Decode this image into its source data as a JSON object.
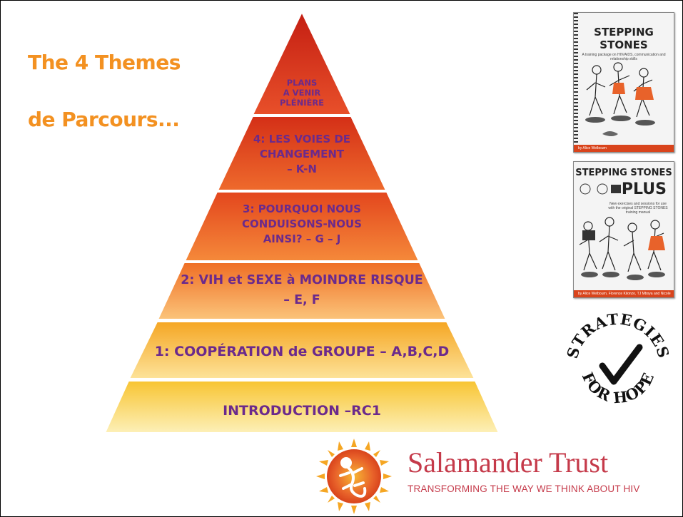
{
  "title_line1": "The 4 Themes",
  "title_line2": "de Parcours...",
  "pyramid": {
    "tier_top": [
      "PLANS",
      "A VENIR",
      "PLÉNIÈRE"
    ],
    "tier_4": [
      "4: LES VOIES DE",
      "CHANGEMENT",
      "– K-N"
    ],
    "tier_3": [
      "3: POURQUOI NOUS",
      "CONDUISONS-NOUS",
      "AINSI? – G – J"
    ],
    "tier_2": [
      "2: VIH et SEXE à MOINDRE RISQUE",
      "– E, F"
    ],
    "tier_1": "1: COOPÉRATION de GROUPE – A,B,C,D",
    "tier_base": "INTRODUCTION –RC1"
  },
  "book1": {
    "title": "STEPPING STONES",
    "subtitle": "A training package on HIV/AIDS, communication and relationship skills",
    "author": "by Alice Welbourn"
  },
  "book2": {
    "title_line1": "STEPPING STONES",
    "title_line2": "PLUS",
    "subtitle": "New exercises and sessions for use with the original STEPPING STONES training manual",
    "author": "by Alice Welbourn, Florence Kilonzo, TJ Mboya and Nicole Mabuzane"
  },
  "strategies_logo": {
    "text_top": "STRATEGIES",
    "text_bottom": "FOR HOPE"
  },
  "salamander": {
    "name": "Salamander Trust",
    "tagline": "TRANSFORMING THE WAY WE THINK ABOUT HIV"
  },
  "colors": {
    "title": "#f39121",
    "tier_text": "#6b2a8c",
    "brand": "#c53a4a"
  }
}
